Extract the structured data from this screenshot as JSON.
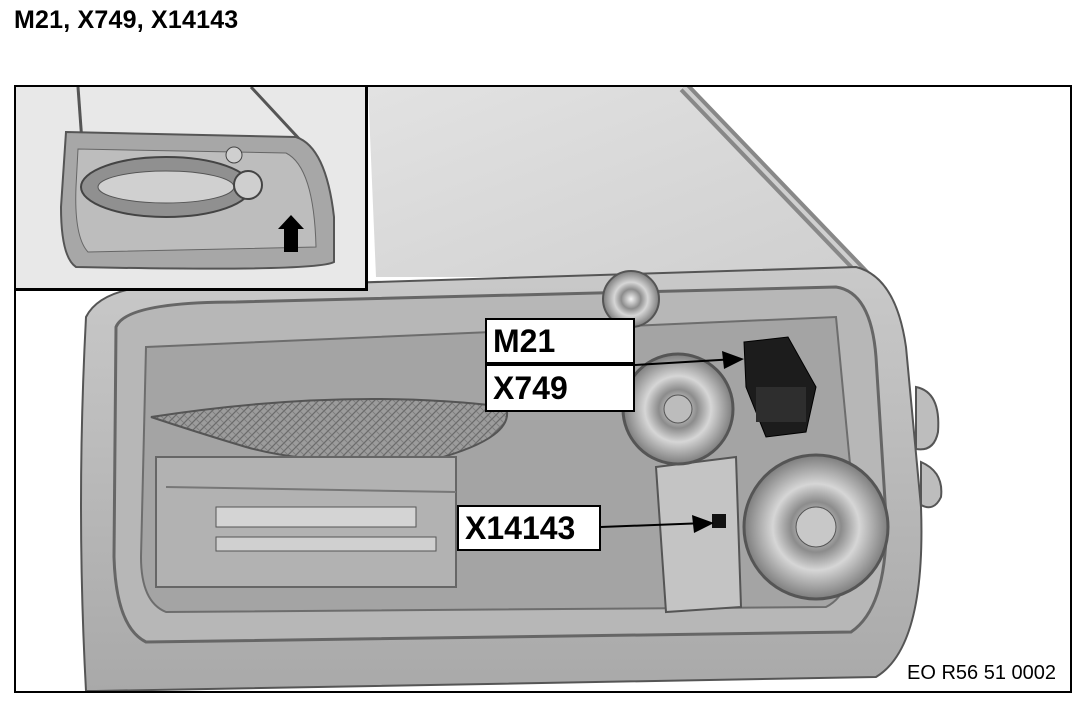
{
  "title": "M21, X749, X14143",
  "callouts": {
    "m21": "M21",
    "x749": "X749",
    "x14143": "X14143"
  },
  "document_code": "EO R56 51 0002",
  "colors": {
    "door_panel": "#bdbdbd",
    "glass": "#d9d9d9",
    "line": "#000000"
  }
}
